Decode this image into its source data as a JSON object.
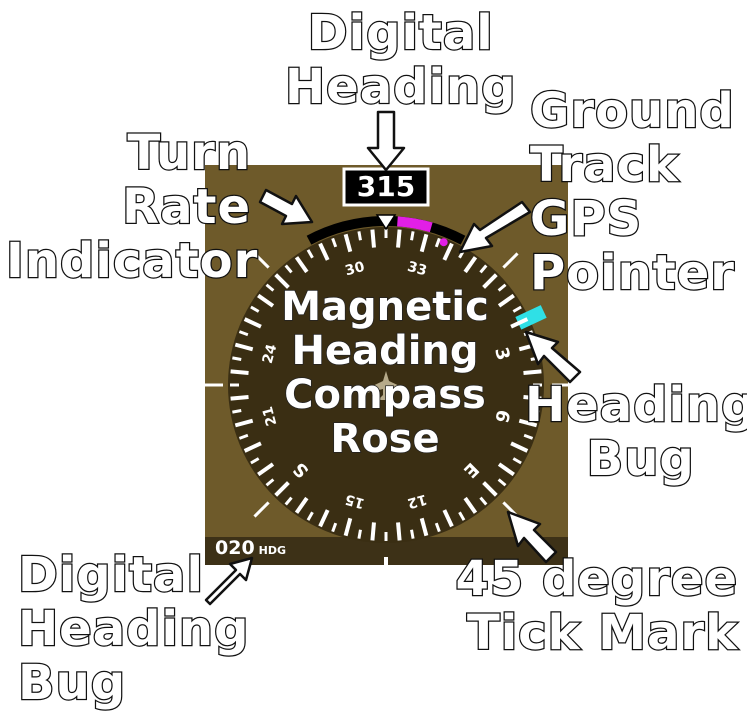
{
  "display": {
    "heading_readout": "315",
    "rose_labels": [
      {
        "text": "30",
        "deg": 300
      },
      {
        "text": "33",
        "deg": 330
      },
      {
        "text": "3",
        "deg": 30
      },
      {
        "text": "6",
        "deg": 60
      },
      {
        "text": "E",
        "deg": 90
      },
      {
        "text": "12",
        "deg": 120
      },
      {
        "text": "15",
        "deg": 150
      },
      {
        "text": "S",
        "deg": 180
      },
      {
        "text": "21",
        "deg": 210
      },
      {
        "text": "24",
        "deg": 240
      }
    ],
    "heading_bug_readout": "020",
    "heading_bug_unit": "HDG",
    "colors": {
      "background": "#6e5a2a",
      "rose": "#3a2e13",
      "ticks": "#ffffff",
      "turn_rate": "#000000",
      "gps_track": "#e21fe6",
      "heading_bug": "#2fe0e6"
    }
  },
  "callouts": {
    "digital_heading": [
      "Digital",
      "Heading"
    ],
    "ground_track": [
      "Ground",
      "Track"
    ],
    "gps_pointer": [
      "GPS",
      "Pointer"
    ],
    "turn_rate": [
      "Turn",
      "Rate",
      "Indicator"
    ],
    "rose": [
      "Magnetic",
      "Heading",
      "Compass",
      "Rose"
    ],
    "heading_bug": [
      "Heading",
      "Bug"
    ],
    "digital_heading_bug": [
      "Digital",
      "Heading",
      "Bug"
    ],
    "tick_mark": [
      "45 degree",
      "Tick Mark"
    ]
  }
}
